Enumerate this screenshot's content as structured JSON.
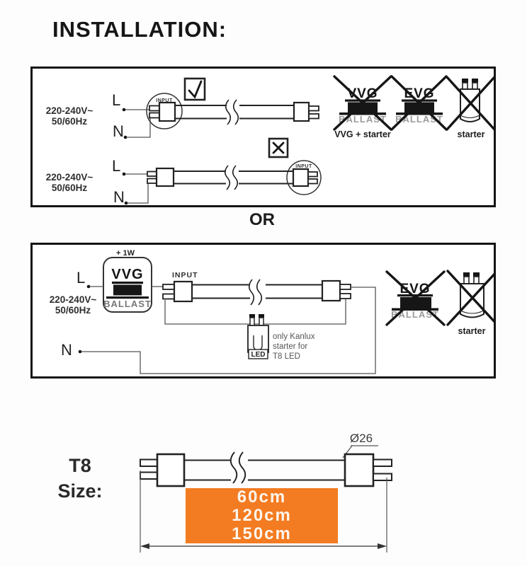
{
  "title": "INSTALLATION:",
  "or_label": "OR",
  "common": {
    "voltage": "220-240V~",
    "frequency": "50/60Hz",
    "live": "L",
    "neutral": "N",
    "input": "INPUT"
  },
  "prohibited_icons": {
    "vvg": "VVG",
    "evg": "EVG",
    "ballast": "BALLAST",
    "vvg_starter_caption": "VVG + starter",
    "starter_caption": "starter"
  },
  "diagram2": {
    "extra_power": "+ 1W",
    "vvg": "VVG",
    "ballast": "BALLAST",
    "led": "LED",
    "starter_note": [
      "only Kanlux",
      "starter for",
      "T8 LED"
    ]
  },
  "size_section": {
    "model": "T8",
    "size_label": "Size:",
    "diameter": "Ø26",
    "lengths": [
      "60cm",
      "120cm",
      "150cm"
    ]
  },
  "colors": {
    "accent_orange": "#F37B21",
    "line": "#222222"
  }
}
